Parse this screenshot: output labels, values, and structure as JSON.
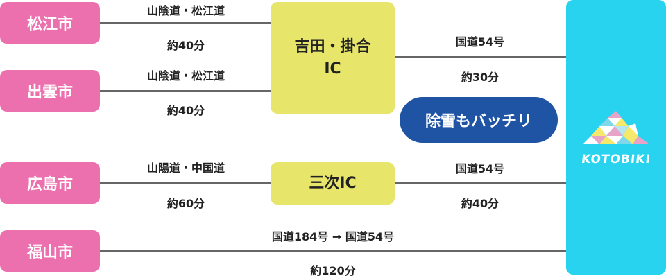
{
  "colors": {
    "city": "#ec6fae",
    "ic": "#e7e66a",
    "badge": "#1f54a4",
    "destination": "#27d3ee",
    "line": "#666666"
  },
  "cities": [
    {
      "name": "松江市"
    },
    {
      "name": "出雲市"
    },
    {
      "name": "広島市"
    },
    {
      "name": "福山市"
    }
  ],
  "routes": {
    "matsue": {
      "road": "山陰道・松江道",
      "time": "約40分"
    },
    "izumo": {
      "road": "山陰道・松江道",
      "time": "約40分"
    },
    "hiroshima": {
      "road": "山陽道・中国道",
      "time": "約60分"
    },
    "fukuyama": {
      "road": "国道184号 → 国道54号",
      "time": "約120分"
    },
    "yoshida_to_dest": {
      "road": "国道54号",
      "time": "約30分"
    },
    "miyoshi_to_dest": {
      "road": "国道54号",
      "time": "約40分"
    }
  },
  "interchanges": {
    "yoshida_line1": "吉田・掛合",
    "yoshida_line2": "IC",
    "miyoshi": "三次IC"
  },
  "badge": {
    "label": "除雪もバッチリ"
  },
  "destination": {
    "logo_text": "KOTOBIKI",
    "icon": "mountain-triangles-logo-icon"
  }
}
